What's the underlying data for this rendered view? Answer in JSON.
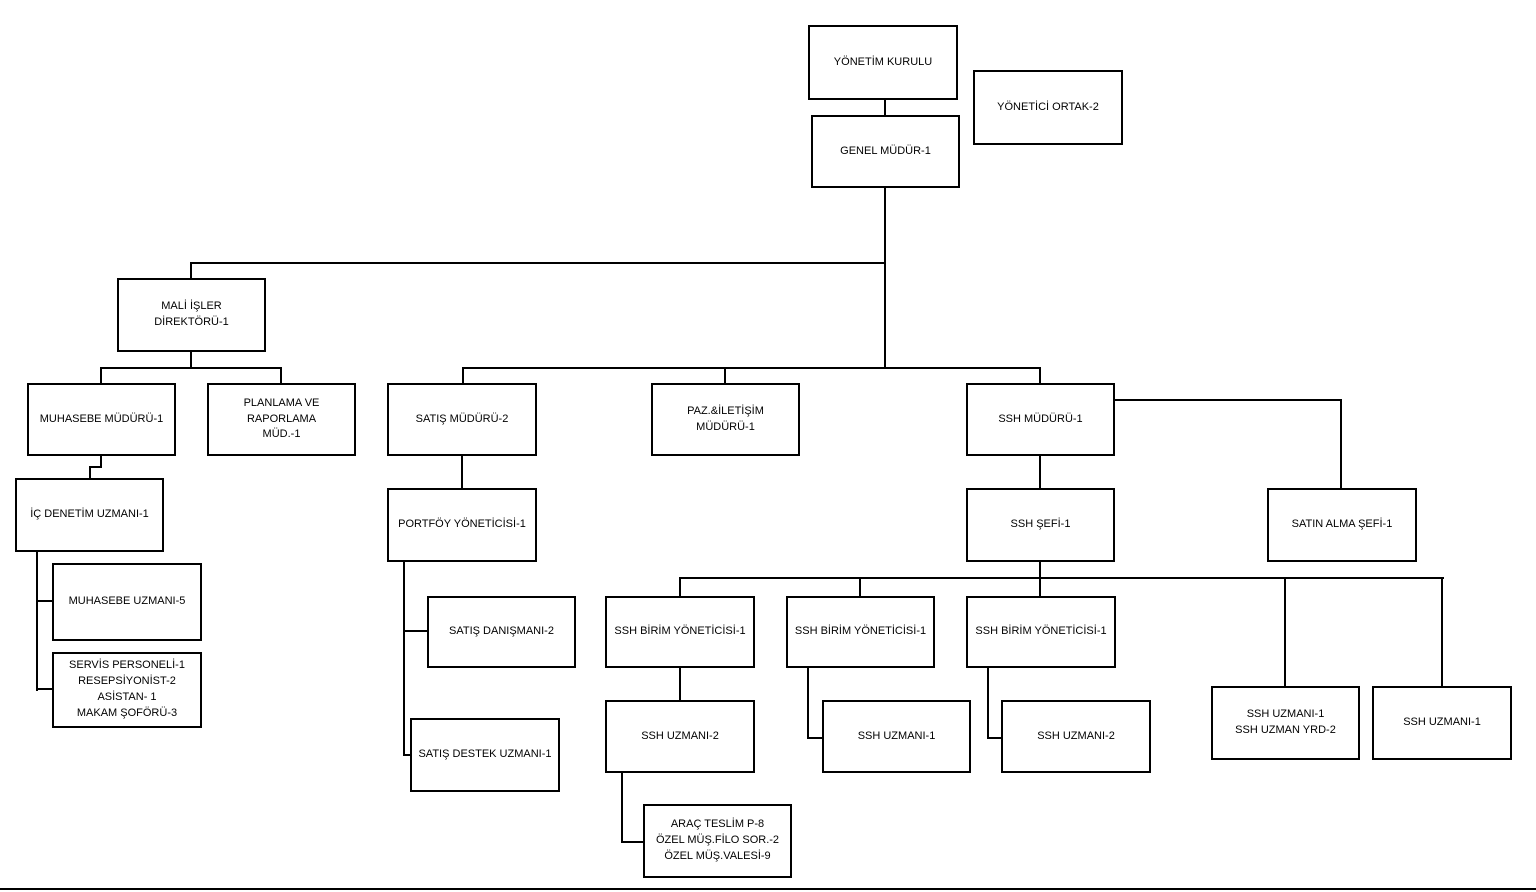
{
  "diagram": {
    "type": "org-chart",
    "line_color": "#000000",
    "box_fill": "#ffffff",
    "box_border": "#000000"
  },
  "nodes": {
    "yonetim_kurulu": {
      "label": "YÖNETİM KURULU"
    },
    "yonetici_ortak": {
      "label": "YÖNETİCİ ORTAK-2"
    },
    "genel_mudur": {
      "label": "GENEL MÜDÜR-1"
    },
    "mali_isler_direktoru": {
      "label": "MALİ İŞLER DİREKTÖRÜ-1"
    },
    "muhasebe_muduru": {
      "label": "MUHASEBE MÜDÜRÜ-1"
    },
    "planlama_raporlama": {
      "label": "PLANLAMA VE RAPORLAMA\nMÜD.-1"
    },
    "satis_muduru": {
      "label": "SATIŞ MÜDÜRÜ-2"
    },
    "paz_iletisim_muduru": {
      "label": "PAZ.&İLETİŞİM MÜDÜRÜ-1"
    },
    "ssh_muduru": {
      "label": "SSH MÜDÜRÜ-1"
    },
    "ic_denetim_uzmani": {
      "label": "İÇ DENETİM UZMANI-1"
    },
    "muhasebe_uzmani": {
      "label": "MUHASEBE UZMANI-5"
    },
    "servis_personeli": {
      "label": "SERVİS PERSONELİ-1\nRESEPSİYONİST-2\nASİSTAN- 1\nMAKAM ŞOFÖRÜ-3"
    },
    "portfoy_yoneticisi": {
      "label": "PORTFÖY YÖNETİCİSİ-1"
    },
    "satis_danismani": {
      "label": "SATIŞ DANIŞMANI-2"
    },
    "satis_destek_uzmani": {
      "label": "SATIŞ DESTEK UZMANI-1"
    },
    "ssh_sefi": {
      "label": "SSH ŞEFİ-1"
    },
    "satin_alma_sefi": {
      "label": "SATIN ALMA ŞEFİ-1"
    },
    "ssh_birim_yoneticisi_1": {
      "label": "SSH BİRİM YÖNETİCİSİ-1"
    },
    "ssh_birim_yoneticisi_2": {
      "label": "SSH BİRİM YÖNETİCİSİ-1"
    },
    "ssh_birim_yoneticisi_3": {
      "label": "SSH BİRİM YÖNETİCİSİ-1"
    },
    "ssh_uzmani_2a": {
      "label": "SSH UZMANI-2"
    },
    "ssh_uzmani_1b": {
      "label": "SSH UZMANI-1"
    },
    "ssh_uzmani_2c": {
      "label": "SSH UZMANI-2"
    },
    "ssh_uzmani_yrd": {
      "label": "SSH UZMANI-1\nSSH UZMAN YRD-2"
    },
    "ssh_uzmani_1d": {
      "label": "SSH UZMANI-1"
    },
    "arac_teslim": {
      "label": "ARAÇ TESLİM P-8\nÖZEL MÜŞ.FİLO SOR.-2\nÖZEL MÜŞ.VALESİ-9"
    }
  },
  "edges": [
    {
      "from": "yonetim_kurulu",
      "to": "genel_mudur"
    },
    {
      "from": "genel_mudur",
      "to": "mali_isler_direktoru"
    },
    {
      "from": "genel_mudur",
      "to": "satis_muduru"
    },
    {
      "from": "genel_mudur",
      "to": "paz_iletisim_muduru"
    },
    {
      "from": "genel_mudur",
      "to": "ssh_muduru"
    },
    {
      "from": "mali_isler_direktoru",
      "to": "muhasebe_muduru"
    },
    {
      "from": "mali_isler_direktoru",
      "to": "planlama_raporlama"
    },
    {
      "from": "muhasebe_muduru",
      "to": "ic_denetim_uzmani"
    },
    {
      "from": "ic_denetim_uzmani",
      "to": "muhasebe_uzmani"
    },
    {
      "from": "ic_denetim_uzmani",
      "to": "servis_personeli"
    },
    {
      "from": "satis_muduru",
      "to": "portfoy_yoneticisi"
    },
    {
      "from": "portfoy_yoneticisi",
      "to": "satis_danismani"
    },
    {
      "from": "portfoy_yoneticisi",
      "to": "satis_destek_uzmani"
    },
    {
      "from": "ssh_muduru",
      "to": "ssh_sefi"
    },
    {
      "from": "ssh_muduru",
      "to": "satin_alma_sefi"
    },
    {
      "from": "ssh_sefi",
      "to": "ssh_birim_yoneticisi_1"
    },
    {
      "from": "ssh_sefi",
      "to": "ssh_birim_yoneticisi_2"
    },
    {
      "from": "ssh_sefi",
      "to": "ssh_birim_yoneticisi_3"
    },
    {
      "from": "ssh_sefi",
      "to": "ssh_uzmani_yrd"
    },
    {
      "from": "ssh_sefi",
      "to": "ssh_uzmani_1d"
    },
    {
      "from": "ssh_birim_yoneticisi_1",
      "to": "ssh_uzmani_2a"
    },
    {
      "from": "ssh_birim_yoneticisi_2",
      "to": "ssh_uzmani_1b"
    },
    {
      "from": "ssh_birim_yoneticisi_3",
      "to": "ssh_uzmani_2c"
    },
    {
      "from": "ssh_uzmani_2a",
      "to": "arac_teslim"
    }
  ]
}
